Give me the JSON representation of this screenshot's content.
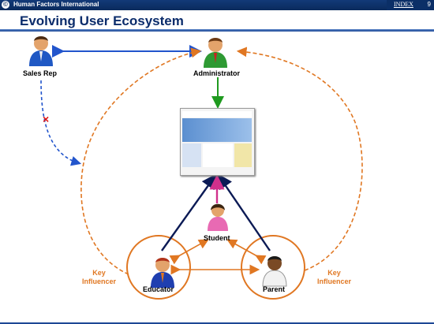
{
  "header": {
    "company": "Human Factors International",
    "index_label": "INDEX",
    "page_number": "9"
  },
  "slide": {
    "title": "Evolving User Ecosystem"
  },
  "diagram": {
    "nodes": {
      "sales_rep": "Sales Rep",
      "administrator": "Administrator",
      "student": "Student",
      "educator": "Educator",
      "parent": "Parent"
    },
    "key_influencer_left": [
      "Key",
      "Influencer"
    ],
    "key_influencer_right": [
      "Key",
      "Influencer"
    ],
    "blocked_marker": "×"
  },
  "colors": {
    "header_bg": "#0a2a5c",
    "title": "#0b2c6b",
    "blue_arrow": "#2255cc",
    "green_arrow": "#1f9a1f",
    "orange": "#e07722",
    "navy_line": "#0b1a55",
    "pink_line": "#d0308c",
    "red_x": "#dd1111"
  }
}
